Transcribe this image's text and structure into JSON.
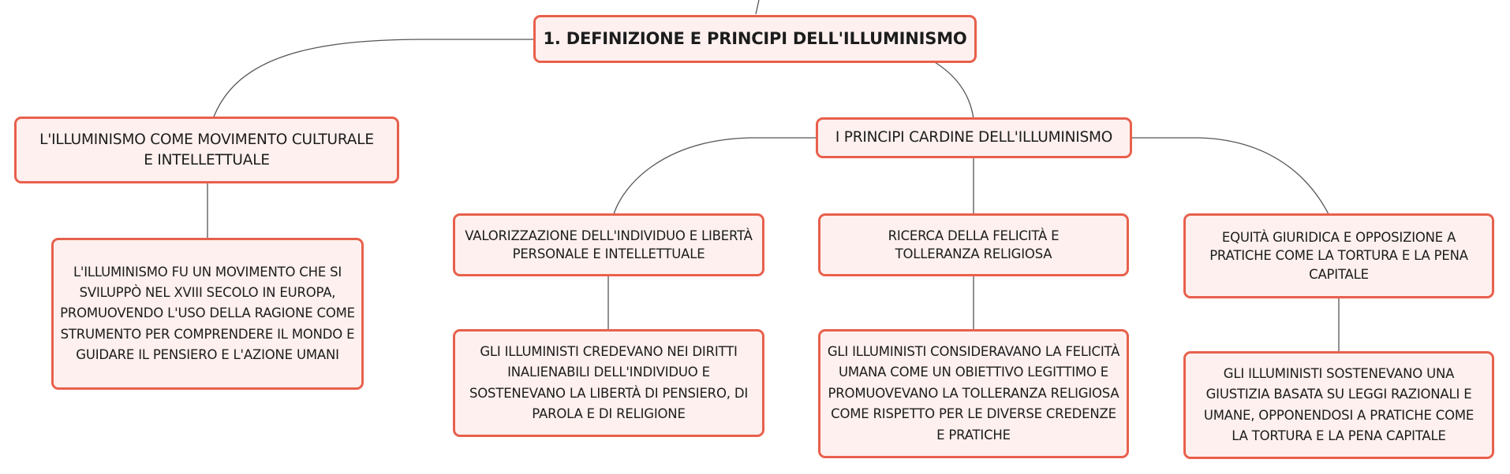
{
  "colors": {
    "node_border": "#e8604c",
    "node_fill": "#fdf0ee",
    "connector": "#555555",
    "text": "#1c1c1c"
  },
  "diagram": {
    "type": "mind-map",
    "root": {
      "label": "1. DEFINIZIONE E PRINCIPI DELL'ILLUMINISMO"
    },
    "movement": {
      "label": "L'ILLUMINISMO COME MOVIMENTO CULTURALE E INTELLETTUALE",
      "detail": "L'ILLUMINISMO FU UN MOVIMENTO CHE SI SVILUPPÒ NEL XVIII SECOLO IN EUROPA, PROMUOVENDO L'USO DELLA RAGIONE COME STRUMENTO PER COMPRENDERE IL MONDO E GUIDARE IL PENSIERO E L'AZIONE UMANI"
    },
    "principles": {
      "label": "I PRINCIPI CARDINE DELL'ILLUMINISMO",
      "items": [
        {
          "label": "VALORIZZAZIONE DELL'INDIVIDUO E LIBERTÀ PERSONALE E INTELLETTUALE",
          "detail": "GLI ILLUMINISTI CREDEVANO NEI DIRITTI INALIENABILI DELL'INDIVIDUO E SOSTENEVANO LA LIBERTÀ DI PENSIERO, DI PAROLA E DI RELIGIONE"
        },
        {
          "label": "RICERCA DELLA FELICITÀ E TOLLERANZA RELIGIOSA",
          "detail": "GLI ILLUMINISTI CONSIDERAVANO LA FELICITÀ UMANA COME UN OBIETTIVO LEGITTIMO E PROMUOVEVANO LA TOLLERANZA RELIGIOSA COME RISPETTO PER LE DIVERSE CREDENZE E PRATICHE"
        },
        {
          "label": "EQUITÀ GIURIDICA E OPPOSIZIONE A PRATICHE COME LA TORTURA E LA PENA CAPITALE",
          "detail": "GLI ILLUMINISTI SOSTENEVANO UNA GIUSTIZIA BASATA SU LEGGI RAZIONALI E UMANE, OPPONENDOSI A PRATICHE COME LA TORTURA E LA PENA CAPITALE"
        }
      ]
    }
  }
}
